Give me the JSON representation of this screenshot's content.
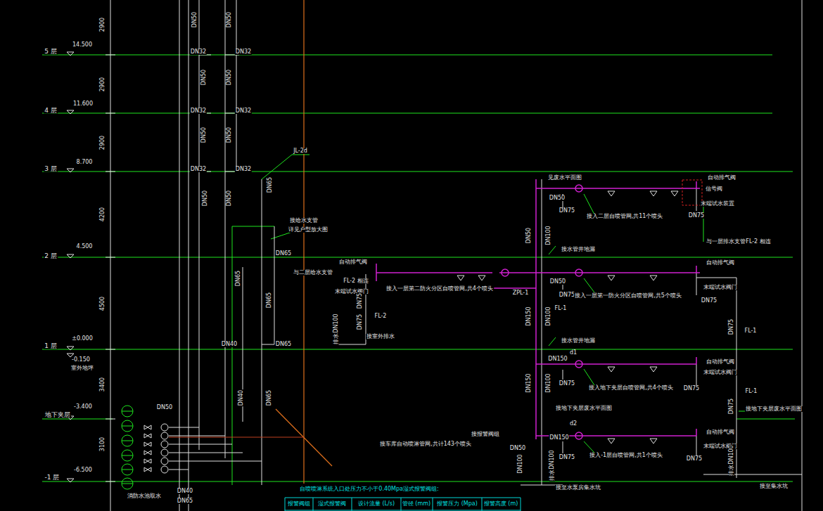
{
  "diagram": {
    "labels": [
      "5 层",
      "14.500",
      "4 层",
      "11.600",
      "3 层",
      "8.700",
      "2 层",
      "4.500",
      "1 层",
      "±0.000",
      "-0.150",
      "室外地坪",
      "地下夹层",
      "-3.400",
      "-1 层",
      "-6.500",
      "2900",
      "2900",
      "2900",
      "4200",
      "4500",
      "3400",
      "3100",
      "DN50",
      "DN50",
      "DN32",
      "DN32",
      "DN50",
      "DN50",
      "DN32",
      "DN32",
      "DN50",
      "DN50",
      "DN32",
      "DN32",
      "DN50",
      "DN50",
      "JL-2d",
      "DN65",
      "接给水支管",
      "详见户型放大图",
      "DN65",
      "DN65",
      "DN65",
      "DN40",
      "DN65",
      "DN40",
      "DN65",
      "DN50",
      "DN40",
      "DN65",
      "消防水池取水",
      "自动排气阀",
      "与二层给水支管",
      "FL-2 相连",
      "末端试水阀门",
      "DN75",
      "FL-2",
      "DN75",
      "排水DN100",
      "接室外排水",
      "接入一层第二防火分区自喷管网,共4个喷头",
      "ZPL-1",
      "见废水平面图",
      "DN50",
      "DN75",
      "接入二层自喷管网,共11个喷头",
      "自动排气阀",
      "信号阀",
      "末端试水装置",
      "DN75",
      "与一层排水支管FL-2 相连",
      "DN50",
      "DN100",
      "接水管井地漏",
      "自动排气阀",
      "DN50",
      "DN75",
      "接入一层第一防火分区自喷管网,共5个喷头",
      "末端试水阀门",
      "DN75",
      "DN150",
      "DN100",
      "FL-1",
      "DN75",
      "FL-1",
      "接水管井地漏",
      "d1",
      "DN150",
      "自动排气阀",
      "末端试水阀门",
      "DN75",
      "接入地下夹层自喷管网,共4个喷头",
      "DN75",
      "DN150",
      "DN100",
      "FL-1",
      "接地下夹层废水平面图",
      "接地下夹层废水平面图",
      "DN75",
      "d2",
      "DN150",
      "自动排气阀",
      "接报警阀组",
      "接车库自动喷淋管网,共计143个喷头",
      "DN50",
      "DN75",
      "接入-1层自喷管网,共1个喷头",
      "末端试水阀门",
      "DN75",
      "DN100",
      "排水DN100",
      "接至水泵房集水坑",
      "排水DN100",
      "接至集水坑",
      "自喷喷淋系统入口处压力不小于0.40Mpa湿式报警阀组:",
      "报警阀组",
      "湿式报警阀",
      "设计流量 (L/s)",
      "管径 (mm)",
      "报警压力 (Mpa)",
      "报警高度 (m)"
    ]
  }
}
